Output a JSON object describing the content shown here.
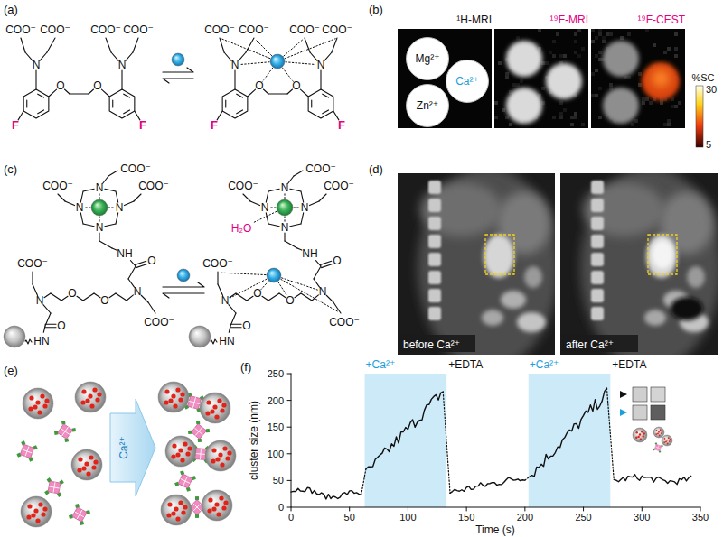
{
  "diagram": {
    "nodes": [
      {
        "text": [
          "¹H-MRI"
        ]
      },
      {
        "text": [
          "Mg²⁺"
        ],
        "in": 0
      },
      {
        "text": [
          "Zn²⁺"
        ],
        "in": 0
      },
      {
        "text": [
          "Ca²⁺"
        ],
        "in": 0
      },
      {
        "text": [
          "¹⁹F-MRI"
        ]
      },
      {
        "text": [
          "¹⁹F-CEST"
        ]
      },
      {
        "text": [
          "before Ca²⁺"
        ]
      },
      {
        "text": [
          "after Ca²⁺"
        ]
      }
    ],
    "labels": [
      "(a)",
      "COO⁻",
      "COO⁻",
      "COO⁻",
      "COO⁻",
      "N",
      "N",
      "O",
      "O",
      "F",
      "F",
      "COO⁻",
      "COO⁻",
      "COO⁻",
      "COO⁻",
      "N",
      "N",
      "O",
      "O",
      "F",
      "F",
      "(b)",
      "%SC",
      "30",
      "5",
      "(c)",
      "COO⁻",
      "COO⁻",
      "COO⁻",
      "N",
      "N",
      "N",
      "N",
      "NH",
      "O",
      "N",
      "O",
      "O",
      "N",
      "COO⁻",
      "COO⁻",
      "O",
      "HN",
      "COO⁻",
      "COO⁻",
      "COO⁻",
      "N",
      "N",
      "N",
      "N",
      "NH",
      "O",
      "N",
      "O",
      "O",
      "N",
      "COO⁻",
      "COO⁻",
      "O",
      "HN",
      "H₂O",
      "(d)",
      "(e)",
      "Ca²⁺",
      "(f)",
      "+Ca²⁺",
      "+EDTA",
      "+Ca²⁺",
      "+EDTA",
      "0",
      "50",
      "100",
      "150",
      "200",
      "250",
      "0",
      "50",
      "100",
      "150",
      "200",
      "250",
      "300",
      "350",
      "cluster size (nm)",
      "Time (s)"
    ]
  }
}
